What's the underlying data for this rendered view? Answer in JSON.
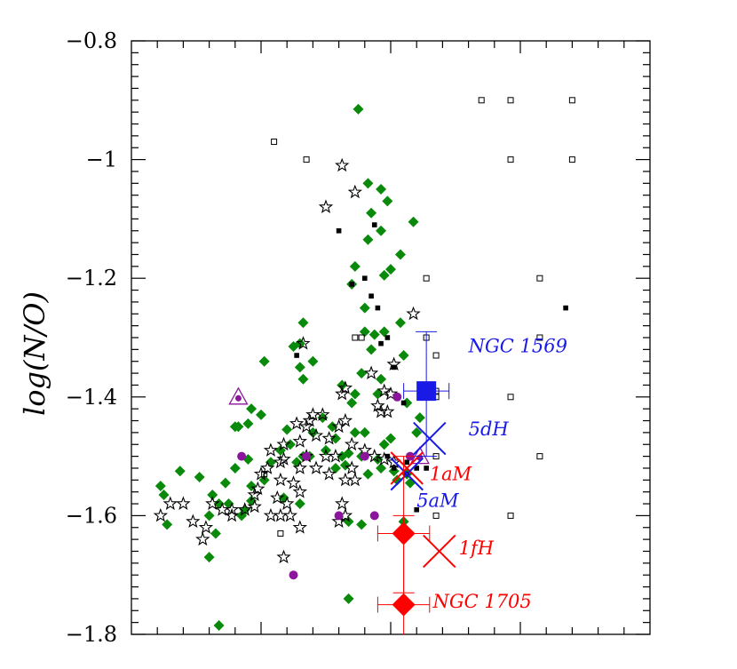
{
  "chart_data": {
    "type": "scatter",
    "title": "",
    "xlabel": "",
    "ylabel": "log(N/O)",
    "ylim": [
      -1.8,
      -0.8
    ],
    "xlim": [
      6.95,
      8.55
    ],
    "yticks": [
      -1.8,
      -1.6,
      -1.4,
      -1.2,
      -1.0,
      -0.8
    ],
    "ytick_labels": [
      "−1.8",
      "−1.6",
      "−1.4",
      "−1.2",
      "−1",
      "−0.8"
    ],
    "grid": false,
    "series": [
      {
        "marker": "diamond-filled",
        "color": "#0a8a0a",
        "points": [
          [
            7.65,
            -0.915
          ],
          [
            7.68,
            -1.04
          ],
          [
            7.72,
            -1.05
          ],
          [
            7.74,
            -1.07
          ],
          [
            7.69,
            -1.09
          ],
          [
            7.72,
            -1.12
          ],
          [
            7.68,
            -1.135
          ],
          [
            7.82,
            -1.105
          ],
          [
            7.78,
            -1.16
          ],
          [
            7.64,
            -1.18
          ],
          [
            7.73,
            -1.195
          ],
          [
            7.75,
            -1.185
          ],
          [
            7.63,
            -1.21
          ],
          [
            7.67,
            -1.25
          ],
          [
            7.78,
            -1.275
          ],
          [
            7.67,
            -1.29
          ],
          [
            7.7,
            -1.295
          ],
          [
            7.73,
            -1.29
          ],
          [
            7.48,
            -1.275
          ],
          [
            7.47,
            -1.31
          ],
          [
            7.45,
            -1.315
          ],
          [
            7.51,
            -1.34
          ],
          [
            7.36,
            -1.34
          ],
          [
            7.69,
            -1.32
          ],
          [
            7.79,
            -1.33
          ],
          [
            7.66,
            -1.36
          ],
          [
            7.47,
            -1.35
          ],
          [
            7.48,
            -1.37
          ],
          [
            7.6,
            -1.38
          ],
          [
            7.72,
            -1.37
          ],
          [
            7.63,
            -1.41
          ],
          [
            7.64,
            -1.395
          ],
          [
            7.35,
            -1.43
          ],
          [
            7.31,
            -1.445
          ],
          [
            7.27,
            -1.45
          ],
          [
            7.32,
            -1.42
          ],
          [
            7.43,
            -1.455
          ],
          [
            7.44,
            -1.48
          ],
          [
            7.51,
            -1.46
          ],
          [
            7.57,
            -1.45
          ],
          [
            7.58,
            -1.47
          ],
          [
            7.64,
            -1.46
          ],
          [
            7.67,
            -1.46
          ],
          [
            7.75,
            -1.47
          ],
          [
            7.73,
            -1.48
          ],
          [
            7.84,
            -1.435
          ],
          [
            7.83,
            -1.46
          ],
          [
            7.41,
            -1.49
          ],
          [
            7.46,
            -1.51
          ],
          [
            7.48,
            -1.5
          ],
          [
            7.5,
            -1.5
          ],
          [
            7.55,
            -1.49
          ],
          [
            7.6,
            -1.5
          ],
          [
            7.62,
            -1.495
          ],
          [
            7.66,
            -1.5
          ],
          [
            7.71,
            -1.505
          ],
          [
            7.61,
            -1.515
          ],
          [
            7.58,
            -1.52
          ],
          [
            7.38,
            -1.51
          ],
          [
            7.31,
            -1.505
          ],
          [
            7.36,
            -1.54
          ],
          [
            7.32,
            -1.55
          ],
          [
            7.27,
            -1.52
          ],
          [
            7.68,
            -1.53
          ],
          [
            7.72,
            -1.52
          ],
          [
            7.76,
            -1.525
          ],
          [
            7.8,
            -1.53
          ],
          [
            7.81,
            -1.545
          ],
          [
            7.77,
            -1.54
          ],
          [
            7.1,
            -1.525
          ],
          [
            7.04,
            -1.55
          ],
          [
            7.05,
            -1.565
          ],
          [
            7.16,
            -1.535
          ],
          [
            7.2,
            -1.565
          ],
          [
            7.24,
            -1.545
          ],
          [
            7.22,
            -1.58
          ],
          [
            7.19,
            -1.6
          ],
          [
            7.25,
            -1.58
          ],
          [
            7.3,
            -1.59
          ],
          [
            7.32,
            -1.575
          ],
          [
            7.42,
            -1.57
          ],
          [
            7.47,
            -1.58
          ],
          [
            7.29,
            -1.6
          ],
          [
            7.62,
            -1.61
          ],
          [
            7.66,
            -1.615
          ],
          [
            7.79,
            -1.61
          ],
          [
            7.06,
            -1.615
          ],
          [
            7.21,
            -1.63
          ],
          [
            7.19,
            -1.67
          ],
          [
            7.22,
            -1.785
          ],
          [
            7.62,
            -1.74
          ],
          [
            7.28,
            -1.45
          ],
          [
            7.54,
            -1.435
          ],
          [
            7.71,
            -1.395
          ],
          [
            7.8,
            -1.41
          ]
        ]
      },
      {
        "marker": "star-open",
        "color": "#000000",
        "points": [
          [
            7.6,
            -1.01
          ],
          [
            7.64,
            -1.055
          ],
          [
            7.55,
            -1.08
          ],
          [
            7.82,
            -1.26
          ],
          [
            7.48,
            -1.31
          ],
          [
            7.69,
            -1.36
          ],
          [
            7.76,
            -1.345
          ],
          [
            7.61,
            -1.385
          ],
          [
            7.73,
            -1.39
          ],
          [
            7.75,
            -1.395
          ],
          [
            7.71,
            -1.415
          ],
          [
            7.72,
            -1.425
          ],
          [
            7.74,
            -1.425
          ],
          [
            7.6,
            -1.395
          ],
          [
            7.54,
            -1.43
          ],
          [
            7.51,
            -1.43
          ],
          [
            7.5,
            -1.44
          ],
          [
            7.49,
            -1.45
          ],
          [
            7.46,
            -1.445
          ],
          [
            7.52,
            -1.465
          ],
          [
            7.56,
            -1.47
          ],
          [
            7.47,
            -1.475
          ],
          [
            7.59,
            -1.45
          ],
          [
            7.61,
            -1.44
          ],
          [
            7.63,
            -1.48
          ],
          [
            7.58,
            -1.5
          ],
          [
            7.55,
            -1.5
          ],
          [
            7.42,
            -1.48
          ],
          [
            7.38,
            -1.49
          ],
          [
            7.42,
            -1.505
          ],
          [
            7.49,
            -1.5
          ],
          [
            7.47,
            -1.52
          ],
          [
            7.41,
            -1.54
          ],
          [
            7.45,
            -1.545
          ],
          [
            7.47,
            -1.56
          ],
          [
            7.52,
            -1.52
          ],
          [
            7.56,
            -1.53
          ],
          [
            7.61,
            -1.54
          ],
          [
            7.63,
            -1.52
          ],
          [
            7.64,
            -1.54
          ],
          [
            7.67,
            -1.49
          ],
          [
            7.7,
            -1.5
          ],
          [
            7.73,
            -1.505
          ],
          [
            7.76,
            -1.51
          ],
          [
            7.41,
            -1.51
          ],
          [
            7.37,
            -1.52
          ],
          [
            7.35,
            -1.53
          ],
          [
            7.34,
            -1.555
          ],
          [
            7.4,
            -1.57
          ],
          [
            7.43,
            -1.58
          ],
          [
            7.38,
            -1.6
          ],
          [
            7.33,
            -1.565
          ],
          [
            7.3,
            -1.59
          ],
          [
            7.26,
            -1.59
          ],
          [
            7.23,
            -1.59
          ],
          [
            7.26,
            -1.6
          ],
          [
            7.2,
            -1.58
          ],
          [
            7.18,
            -1.62
          ],
          [
            7.17,
            -1.64
          ],
          [
            7.14,
            -1.61
          ],
          [
            7.11,
            -1.58
          ],
          [
            7.07,
            -1.58
          ],
          [
            7.04,
            -1.6
          ],
          [
            7.44,
            -1.6
          ],
          [
            7.47,
            -1.62
          ],
          [
            7.42,
            -1.67
          ],
          [
            7.6,
            -1.58
          ],
          [
            7.61,
            -1.6
          ],
          [
            7.59,
            -1.61
          ],
          [
            7.33,
            -1.585
          ],
          [
            7.41,
            -1.6
          ]
        ]
      },
      {
        "marker": "square-open",
        "color": "#000000",
        "points": [
          [
            7.39,
            -0.97
          ],
          [
            7.49,
            -1.0
          ],
          [
            8.03,
            -0.9
          ],
          [
            8.12,
            -0.9
          ],
          [
            8.31,
            -0.9
          ],
          [
            8.12,
            -1.0
          ],
          [
            8.31,
            -1.0
          ],
          [
            7.86,
            -1.2
          ],
          [
            8.21,
            -1.2
          ],
          [
            7.86,
            -1.3
          ],
          [
            8.21,
            -1.3
          ],
          [
            7.89,
            -1.33
          ],
          [
            7.89,
            -1.39
          ],
          [
            7.89,
            -1.4
          ],
          [
            8.12,
            -1.4
          ],
          [
            7.89,
            -1.5
          ],
          [
            8.21,
            -1.5
          ],
          [
            7.89,
            -1.6
          ],
          [
            8.12,
            -1.6
          ],
          [
            7.66,
            -1.3
          ],
          [
            7.64,
            -1.3
          ],
          [
            7.41,
            -1.63
          ],
          [
            7.36,
            -1.53
          ]
        ]
      },
      {
        "marker": "square-filled-small",
        "color": "#000000",
        "points": [
          [
            7.7,
            -1.11
          ],
          [
            7.59,
            -1.12
          ],
          [
            7.63,
            -1.21
          ],
          [
            7.69,
            -1.23
          ],
          [
            7.71,
            -1.25
          ],
          [
            7.67,
            -1.2
          ],
          [
            8.29,
            -1.25
          ],
          [
            7.46,
            -1.33
          ],
          [
            7.74,
            -1.3
          ],
          [
            7.72,
            -1.31
          ],
          [
            7.76,
            -1.35
          ],
          [
            7.79,
            -1.41
          ],
          [
            7.74,
            -1.5
          ],
          [
            7.8,
            -1.51
          ],
          [
            7.83,
            -1.52
          ],
          [
            7.8,
            -1.53
          ],
          [
            7.83,
            -1.59
          ],
          [
            7.81,
            -1.63
          ],
          [
            7.86,
            -1.52
          ],
          [
            7.76,
            -1.52
          ]
        ]
      },
      {
        "marker": "circle-filled",
        "color": "#8b169b",
        "points": [
          [
            7.77,
            -1.4
          ],
          [
            7.29,
            -1.5
          ],
          [
            7.59,
            -1.6
          ],
          [
            7.7,
            -1.6
          ],
          [
            7.45,
            -1.7
          ],
          [
            7.49,
            -1.5
          ],
          [
            7.81,
            -1.5
          ],
          [
            7.67,
            -1.5
          ]
        ]
      },
      {
        "marker": "triangle-open-with-dot",
        "color": "#8b169b",
        "points": [
          [
            7.28,
            -1.4
          ],
          [
            7.84,
            -1.5
          ]
        ]
      },
      {
        "marker": "x-cross",
        "color": "#ff0000",
        "labels": [
          "1aM",
          "1fH"
        ],
        "points": [
          [
            7.8,
            -1.52
          ],
          [
            7.9,
            -1.66
          ]
        ]
      },
      {
        "marker": "x-cross",
        "color": "#1a1ae6",
        "labels": [
          "5dH",
          "5aM"
        ],
        "points": [
          [
            7.87,
            -1.47
          ],
          [
            7.8,
            -1.53
          ]
        ]
      }
    ],
    "highlighted": [
      {
        "name": "NGC 1569",
        "x": 7.86,
        "y": -1.39,
        "xerr": 0.07,
        "yerr_up": 0.1,
        "yerr_down": 0.11,
        "marker": "square",
        "color": "#1a1ae6"
      },
      {
        "name": "NGC 1705",
        "x": 7.79,
        "y": -1.63,
        "xerr": 0.08,
        "yerr_up": 0.13,
        "yerr_down": 0.1,
        "marker": "diamond",
        "color": "#ff0000"
      },
      {
        "name": "NGC 1705",
        "x": 7.79,
        "y": -1.75,
        "xerr": 0.08,
        "yerr_up": 0.15,
        "yerr_down": 0.1,
        "marker": "diamond",
        "color": "#ff0000"
      }
    ],
    "annotations": [
      {
        "text": "NGC 1569",
        "x": 7.99,
        "y": -1.325,
        "color": "#1a1ae6"
      },
      {
        "text": "5dH",
        "x": 7.99,
        "y": -1.465,
        "color": "#1a1ae6"
      },
      {
        "text": "1aM",
        "x": 7.87,
        "y": -1.54,
        "color": "#ff0000"
      },
      {
        "text": "5aM",
        "x": 7.83,
        "y": -1.585,
        "color": "#1a1ae6"
      },
      {
        "text": "1fH",
        "x": 7.96,
        "y": -1.665,
        "color": "#ff0000"
      },
      {
        "text": "NGC 1705",
        "x": 7.88,
        "y": -1.755,
        "color": "#ff0000"
      }
    ]
  }
}
